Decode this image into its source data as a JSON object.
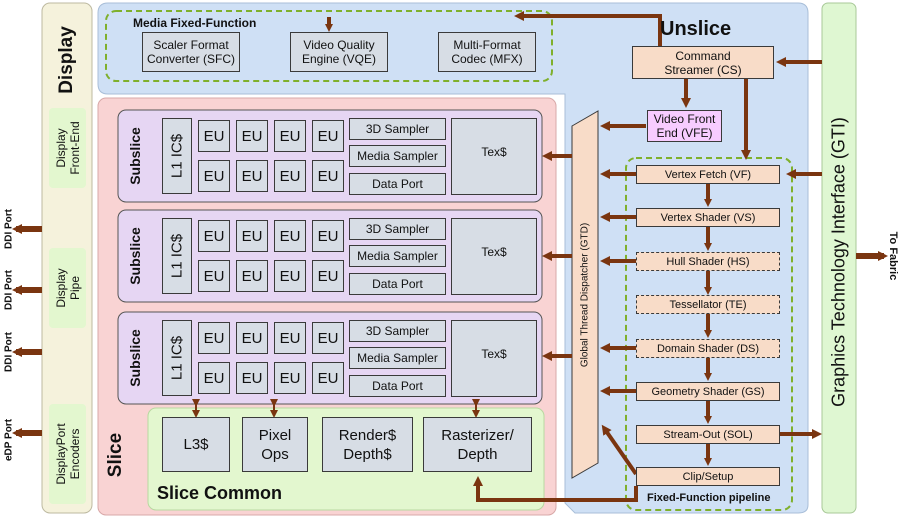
{
  "display": {
    "title": "Display",
    "front_end": "Display\nFront-End",
    "pipe": "Display\nPipe",
    "encoders": "DisplayPort\nEncoders",
    "ports": [
      "DDI Port",
      "DDI Port",
      "DDI Port",
      "eDP Port"
    ]
  },
  "unslice": {
    "title": "Unslice",
    "media_title": "Media Fixed-Function",
    "media_units": [
      "Scaler Format\nConverter (SFC)",
      "Video Quality\nEngine (VQE)",
      "Multi-Format\nCodec (MFX)"
    ],
    "command_streamer": "Command\nStreamer (CS)",
    "video_front_end": "Video Front\nEnd (VFE)",
    "gtd": "Global Thread Dispatcher (GTD)",
    "ff_title": "Fixed-Function pipeline",
    "pipeline": [
      "Vertex Fetch (VF)",
      "Vertex Shader (VS)",
      "Hull Shader (HS)",
      "Tessellator (TE)",
      "Domain Shader (DS)",
      "Geometry Shader (GS)",
      "Stream-Out (SOL)",
      "Clip/Setup"
    ]
  },
  "slice": {
    "title": "Slice",
    "subslice_label": "Subslice",
    "l1_label": "L1 IC$",
    "eu_label": "EU",
    "samplers": [
      "3D Sampler",
      "Media Sampler",
      "Data Port"
    ],
    "tex_label": "Tex$",
    "common_title": "Slice Common",
    "common_units": [
      "L3$",
      "Pixel\nOps",
      "Render$\nDepth$",
      "Rasterizer/\nDepth"
    ]
  },
  "gti": {
    "title": "Graphics Technology Interface (GTI)",
    "fabric": "To Fabric"
  },
  "colors": {
    "unslice_bg": "#cfe0f5",
    "slice_bg": "#f9d3d3",
    "display_bg": "#f5f2dc",
    "gti_bg": "#dff7d2",
    "arrow": "#7a3510",
    "dashed_green": "#7fb02c",
    "subslice_bg": "#e6d6f3"
  }
}
